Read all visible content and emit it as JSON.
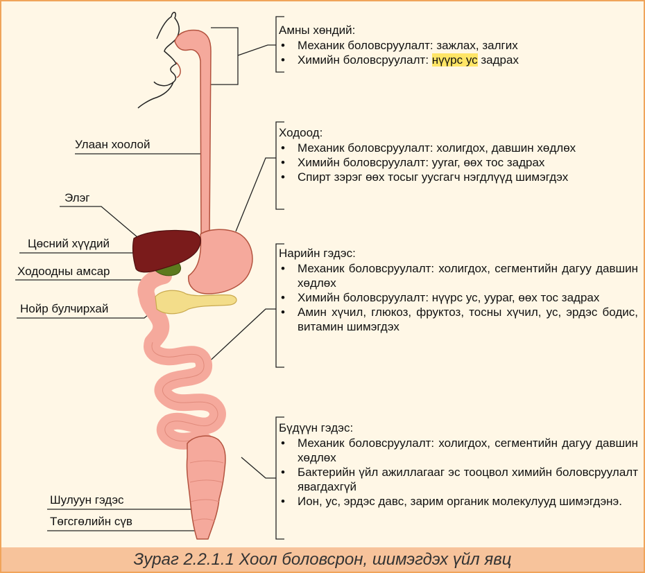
{
  "labels": {
    "esophagus": "Улаан хоолой",
    "liver": "Элэг",
    "gallbladder": "Цөсний хүүдий",
    "stomach_opening": "Ходоодны амсар",
    "pancreas": "Нойр булчирхай",
    "rectum": "Шулуун гэдэс",
    "anus": "Төгсгөлийн сүв"
  },
  "sections": {
    "mouth": {
      "title": "Амны хөндий:",
      "items": [
        "Механик боловсруулалт: зажлах, залгих"
      ],
      "chem_prefix": "Химийн боловсруулалт: ",
      "chem_highlight": "нүүрс ус",
      "chem_suffix": " задрах"
    },
    "stomach": {
      "title": "Ходоод:",
      "items": [
        "Механик боловсруулалт: холигдох, давшин хөдлөх",
        "Химийн боловсруулалт: ууraг, өөх тос задрах",
        "Спирт зэрэг өөх тосыг уусгагч нэгдлүүд шимэгдэх"
      ]
    },
    "small_intestine": {
      "title": "Нарийн гэдэс:",
      "items": [
        "Механик боловсруулалт: холигдох, сегментийн дагуу давшин хөдлөх",
        "Химийн боловсруулалт: нүүрс ус, уураг, өөх тос задрах",
        "Амин хүчил, глюкоз, фруктоз, тосны хүчил, ус, эрдэс бодис, витамин шимэгдэх"
      ]
    },
    "large_intestine": {
      "title": "Бүдүүн гэдэс:",
      "items": [
        "Механик боловсруулалт: холигдох, сегментийн дагуу давшин хөдлөх",
        "Бактерийн үйл ажиллагааг эс тооцвол химийн боловсруулалт явагдахгүй",
        "Ион, ус, эрдэс давс, зарим органик молекулууд шимэгдэнэ."
      ]
    }
  },
  "caption": "Зураг 2.2.1.1 Хоол боловсрон, шимэгдэх үйл явц",
  "colors": {
    "tract_fill": "#f5a99c",
    "tract_outline": "#b3523e",
    "liver": "#7a1b1b",
    "gallbladder": "#5c7a1e",
    "pancreas": "#f3dd8a",
    "background": "#fff7e6",
    "frame": "#f0a45a",
    "caption_bar": "#f7c39b",
    "highlight": "#ffe566"
  }
}
